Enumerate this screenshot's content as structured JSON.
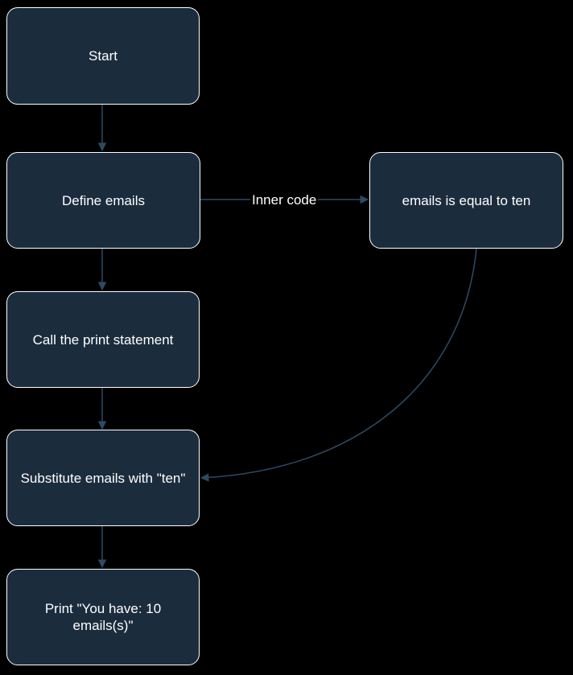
{
  "diagram": {
    "colors": {
      "background": "#000000",
      "node_fill": "#1b2c3d",
      "node_border": "#ffffff",
      "text": "#ffffff",
      "connector": "#2e4a63"
    },
    "nodes": {
      "start": "Start",
      "define_emails": "Define emails",
      "emails_equal_ten": "emails is equal to ten",
      "call_print": "Call the print statement",
      "substitute": "Substitute emails with \"ten\"",
      "print_result": "Print \"You have: 10 emails(s)\""
    },
    "edge_labels": {
      "inner_code": "Inner code"
    }
  }
}
